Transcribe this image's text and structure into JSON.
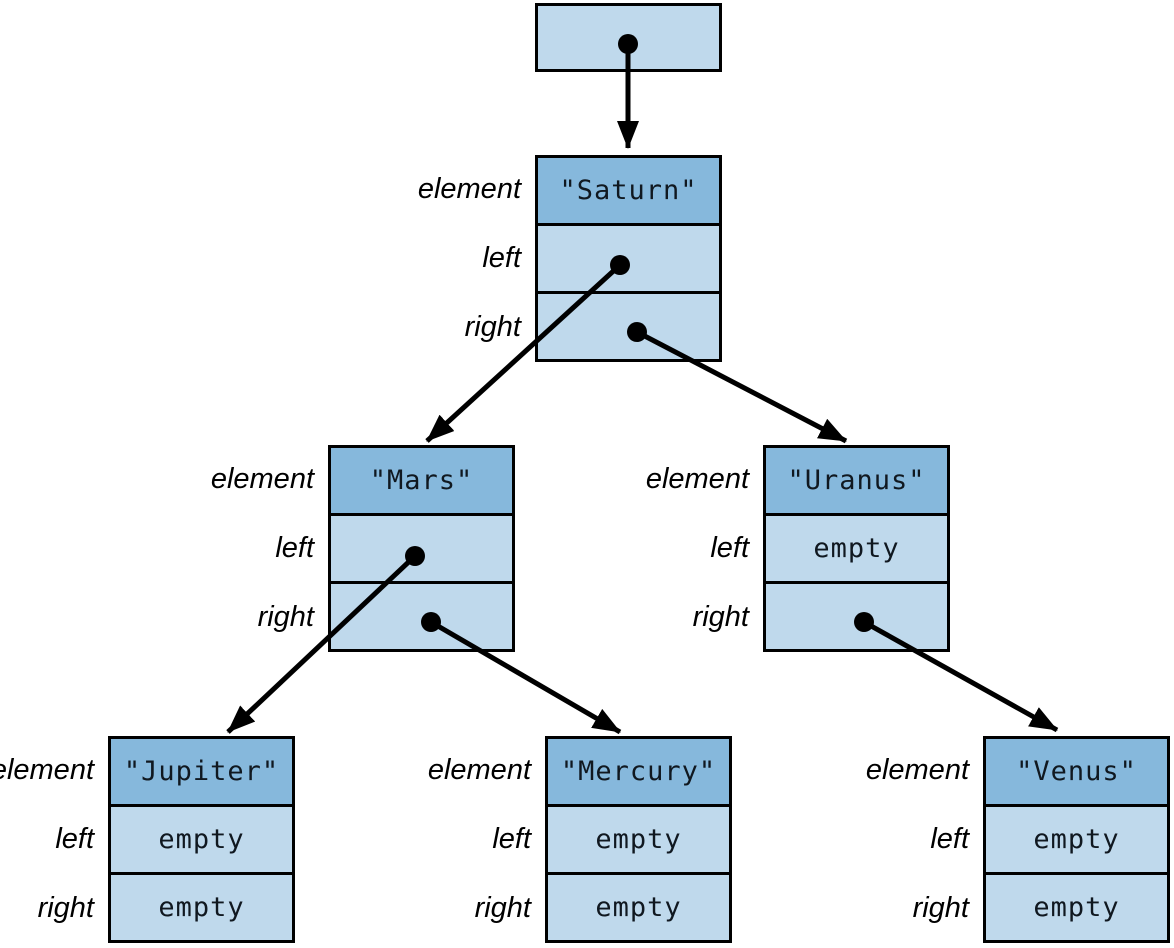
{
  "diagram": {
    "title": "binary-search-tree-of-planet-strings",
    "row_labels": [
      "element",
      "left",
      "right"
    ],
    "empty_text": "empty",
    "colors": {
      "header_cell": "#86B8DC",
      "pointer_cell": "#BFD9EC",
      "border": "#000000",
      "arrow": "#000000",
      "background": "#FFFFFF"
    },
    "root_pointer": {
      "points_to": "Saturn"
    },
    "nodes": [
      {
        "id": "saturn",
        "element": "\"Saturn\"",
        "left": "Mars",
        "right": "Uranus"
      },
      {
        "id": "mars",
        "element": "\"Mars\"",
        "left": "Jupiter",
        "right": "Mercury"
      },
      {
        "id": "uranus",
        "element": "\"Uranus\"",
        "left": "empty",
        "right": "Venus"
      },
      {
        "id": "jupiter",
        "element": "\"Jupiter\"",
        "left": "empty",
        "right": "empty"
      },
      {
        "id": "mercury",
        "element": "\"Mercury\"",
        "left": "empty",
        "right": "empty"
      },
      {
        "id": "venus",
        "element": "\"Venus\"",
        "left": "empty",
        "right": "empty"
      }
    ]
  }
}
